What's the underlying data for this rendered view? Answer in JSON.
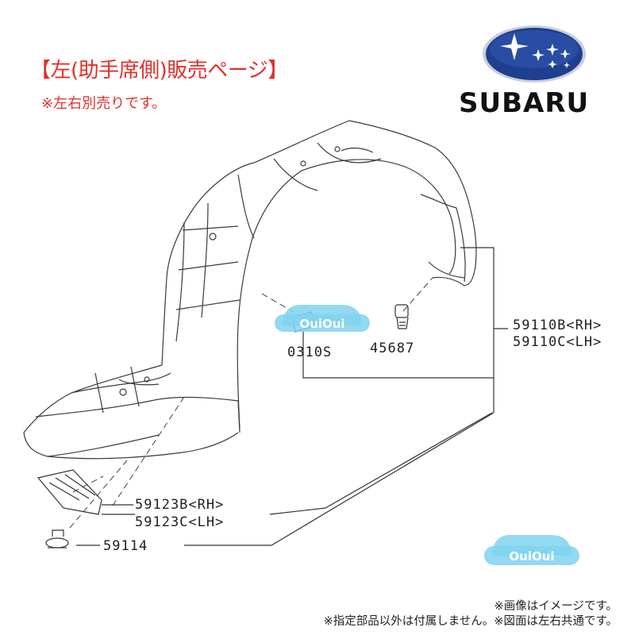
{
  "header": {
    "title": "【左(助手席側)販売ページ】",
    "note": "※左右別売りです。"
  },
  "brand": {
    "name": "SUBARU",
    "logo": "subaru-pleiades-logo"
  },
  "parts": {
    "main_rh": "59110B<RH>",
    "main_lh": "59110C<LH>",
    "clip_a": "0310S",
    "clip_b": "45687",
    "lower_rh": "59123B<RH>",
    "lower_lh": "59123C<LH>",
    "screw": "59114"
  },
  "watermark": {
    "text": "OuiOui",
    "color": "#7fd2ee"
  },
  "footer": {
    "line1": "※画像はイメージです。",
    "line2": "※指定部品以外は付属しません。※図面は左右共通です。"
  },
  "colors": {
    "heading": "#e0302a",
    "logo_blue": "#1f3f8f",
    "line": "#333333"
  }
}
